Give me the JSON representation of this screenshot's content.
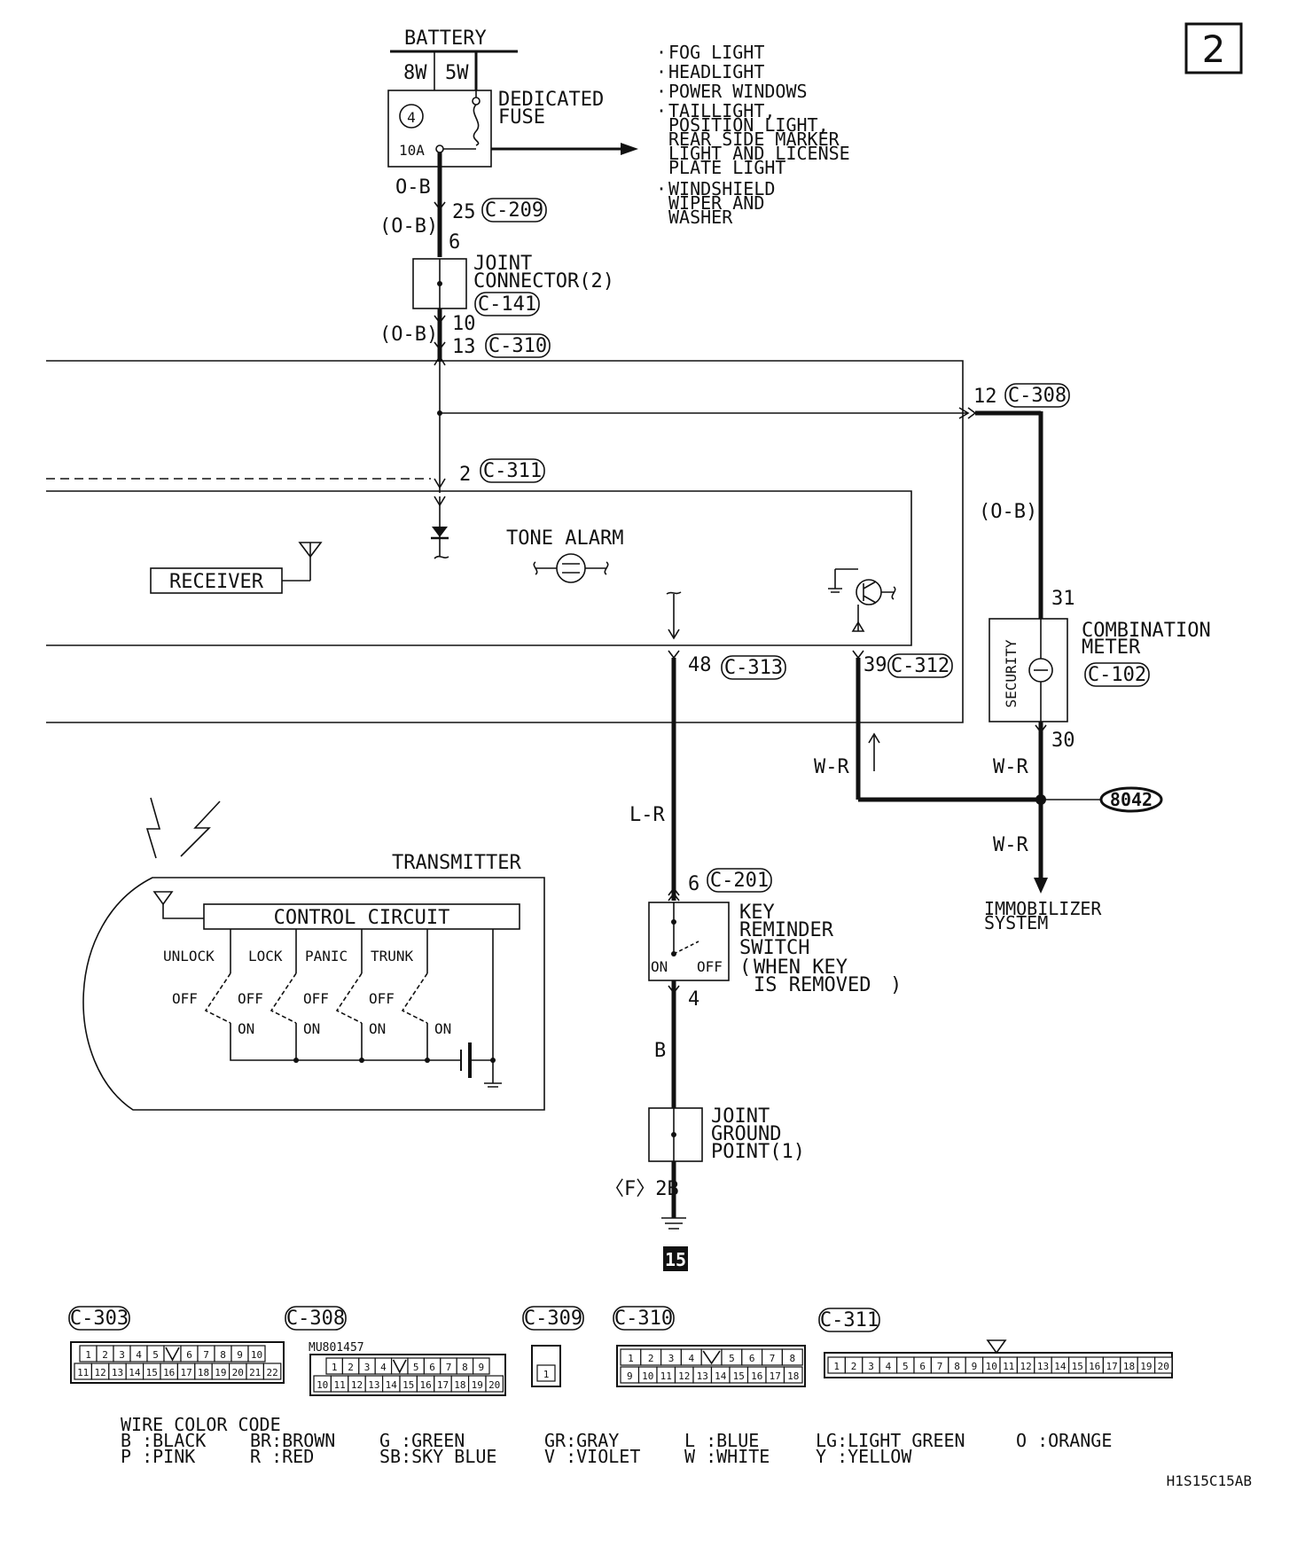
{
  "page_number": "2",
  "figure_code": "H1S15C15AB",
  "battery": {
    "label": "BATTERY",
    "wire_a": "8W",
    "wire_b": "5W"
  },
  "fuse": {
    "label_line1": "DEDICATED",
    "label_line2": "FUSE",
    "number": "4",
    "rating": "10A"
  },
  "loads": [
    [
      "FOG LIGHT"
    ],
    [
      "HEADLIGHT"
    ],
    [
      "POWER WINDOWS"
    ],
    [
      "TAILLIGHT,",
      "POSITION LIGHT,",
      "REAR SIDE MARKER",
      "LIGHT AND LICENSE",
      "PLATE LIGHT"
    ],
    [
      "WINDSHIELD",
      "WIPER AND",
      "WASHER"
    ]
  ],
  "wires": {
    "ob": "O-B",
    "ob_paren": "(O-B)",
    "lr": "L-R",
    "wr": "W-R",
    "b": "B"
  },
  "pins": {
    "p25": "25",
    "p6": "6",
    "p10": "10",
    "p13": "13",
    "p12": "12",
    "p2": "2",
    "p48": "48",
    "p39": "39",
    "p31": "31",
    "p30": "30",
    "p6b": "6",
    "p4": "4",
    "f2b": "〈F〉2B"
  },
  "connectors": {
    "c209": "C-209",
    "c141": "C-141",
    "c310": "C-310",
    "c308": "C-308",
    "c311": "C-311",
    "c313": "C-313",
    "c312": "C-312",
    "c102": "C-102",
    "c201": "C-201",
    "c303": "C-303",
    "c309": "C-309"
  },
  "joint_connector": {
    "line1": "JOINT",
    "line2": "CONNECTOR(2)"
  },
  "etacs": {
    "receiver": "RECEIVER",
    "tone_alarm": "TONE ALARM"
  },
  "combination_meter": {
    "line1": "COMBINATION",
    "line2": "METER",
    "security": "SECURITY"
  },
  "splice": "8042",
  "immobilizer": {
    "line1": "IMMOBILIZER",
    "line2": "SYSTEM"
  },
  "key_reminder": {
    "line1": "KEY",
    "line2": "REMINDER",
    "line3": "SWITCH",
    "line4": "WHEN KEY",
    "line5": "IS REMOVED",
    "on": "ON",
    "off": "OFF"
  },
  "joint_ground": {
    "line1": "JOINT",
    "line2": "GROUND",
    "line3": "POINT(1)",
    "ground_no": "15"
  },
  "transmitter": {
    "label": "TRANSMITTER",
    "control_circuit": "CONTROL CIRCUIT",
    "switches": [
      "UNLOCK",
      "LOCK",
      "PANIC",
      "TRUNK"
    ],
    "off": "OFF",
    "on": "ON"
  },
  "part_number": "MU801457",
  "connector_pins": {
    "c303_top": [
      "1",
      "2",
      "3",
      "4",
      "5",
      "",
      "6",
      "7",
      "8",
      "9",
      "10"
    ],
    "c303_bottom": [
      "11",
      "12",
      "13",
      "14",
      "15",
      "16",
      "17",
      "18",
      "19",
      "20",
      "21",
      "22"
    ],
    "c308_top": [
      "1",
      "2",
      "3",
      "4",
      "",
      "5",
      "6",
      "7",
      "8",
      "9"
    ],
    "c308_bottom": [
      "10",
      "11",
      "12",
      "13",
      "14",
      "15",
      "16",
      "17",
      "18",
      "19",
      "20"
    ],
    "c309": [
      "1"
    ],
    "c310_top": [
      "1",
      "2",
      "3",
      "4",
      "",
      "5",
      "6",
      "7",
      "8"
    ],
    "c310_bottom": [
      "9",
      "10",
      "11",
      "12",
      "13",
      "14",
      "15",
      "16",
      "17",
      "18"
    ],
    "c311": [
      "1",
      "2",
      "3",
      "4",
      "5",
      "6",
      "7",
      "8",
      "9",
      "10",
      "11",
      "12",
      "13",
      "14",
      "15",
      "16",
      "17",
      "18",
      "19",
      "20"
    ]
  },
  "legend": {
    "title": "WIRE COLOR CODE",
    "row1": [
      "B :BLACK",
      "BR:BROWN",
      "G :GREEN",
      "GR:GRAY",
      "L :BLUE",
      "LG:LIGHT GREEN",
      "O :ORANGE"
    ],
    "row2": [
      "P :PINK",
      "R :RED",
      "SB:SKY BLUE",
      "V :VIOLET",
      "W :WHITE",
      "Y :YELLOW"
    ]
  }
}
